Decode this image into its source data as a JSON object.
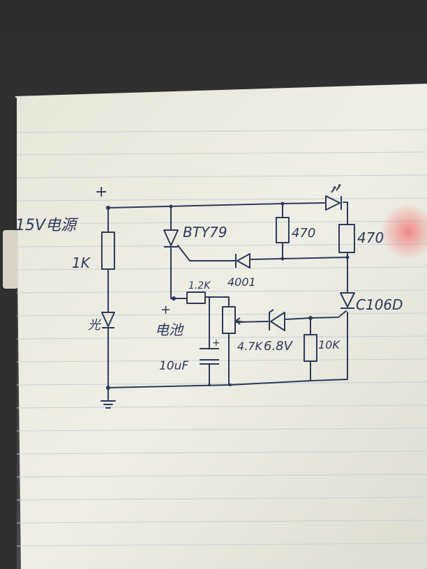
{
  "labels": {
    "power_supply": "15V电源",
    "plus_supply": "+",
    "r1": "1K",
    "led_left": "光",
    "scr1": "BTY79",
    "r_top1": "470",
    "r_top2": "470",
    "diode": "4001",
    "r_12k": "1.2K",
    "battery_plus": "+",
    "battery": "电池",
    "cap_plus": "+",
    "cap": "10uF",
    "pot": "4.7K",
    "zener": "6.8V",
    "r_10k": "10K",
    "scr2": "C106D"
  },
  "colors": {
    "ink": "#2a3a5c",
    "paper": "#ecebe0",
    "rule_line": "#c9cfd8",
    "background": "#3a3a3a"
  }
}
